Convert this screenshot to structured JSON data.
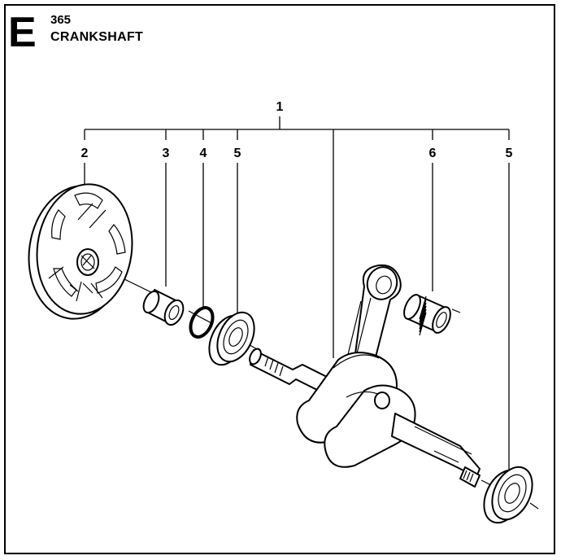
{
  "header": {
    "section_letter": "E",
    "model_number": "365",
    "title": "CRANKSHAFT"
  },
  "callouts": {
    "assembly": "1",
    "clutch": "2",
    "sleeve": "3",
    "o_ring": "4",
    "bearing_left": "5",
    "needle_bearing": "6",
    "bearing_right": "5"
  }
}
